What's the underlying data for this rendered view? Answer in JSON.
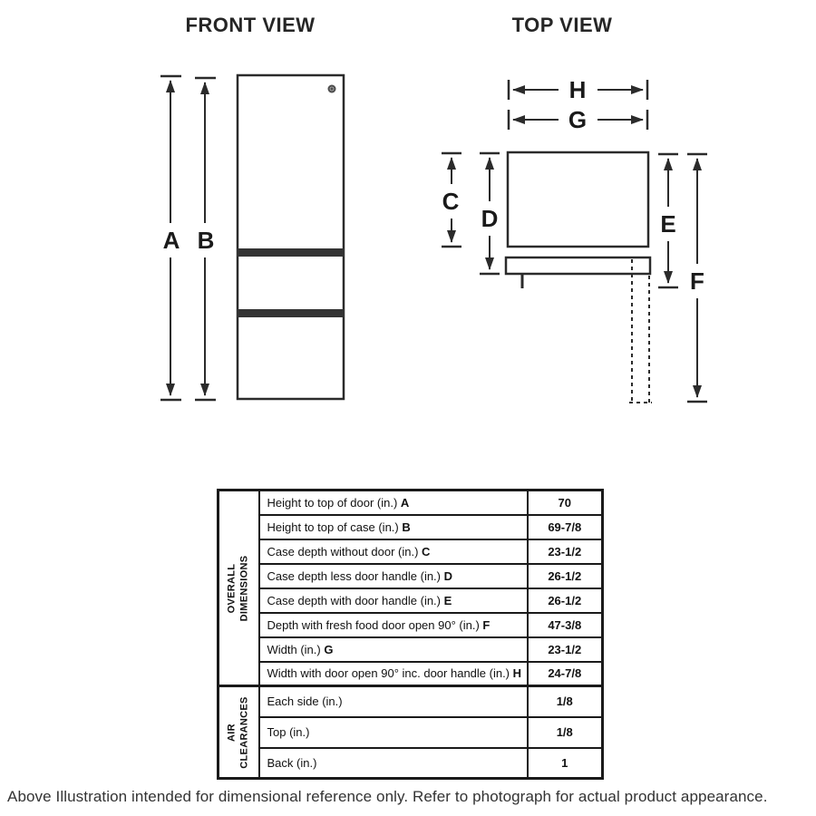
{
  "front_view": {
    "title": "FRONT VIEW",
    "dims": {
      "a": "A",
      "b": "B"
    }
  },
  "top_view": {
    "title": "TOP VIEW",
    "dims": {
      "c": "C",
      "d": "D",
      "e": "E",
      "f": "F",
      "g": "G",
      "h": "H"
    }
  },
  "table": {
    "sections": [
      {
        "header_line1": "OVERALL",
        "header_line2": "DIMENSIONS",
        "rows": [
          {
            "label": "Height to top of door (in.) ",
            "letter": "A",
            "value": "70"
          },
          {
            "label": "Height to top of case (in.) ",
            "letter": "B",
            "value": "69-7/8"
          },
          {
            "label": "Case depth without door (in.) ",
            "letter": "C",
            "value": "23-1/2"
          },
          {
            "label": "Case depth less door handle (in.) ",
            "letter": "D",
            "value": "26-1/2"
          },
          {
            "label": "Case depth with door handle (in.) ",
            "letter": "E",
            "value": "26-1/2"
          },
          {
            "label": "Depth with fresh food door open 90° (in.) ",
            "letter": "F",
            "value": "47-3/8"
          },
          {
            "label": "Width (in.) ",
            "letter": "G",
            "value": "23-1/2"
          },
          {
            "label": "Width with door open 90° inc. door handle (in.) ",
            "letter": "H",
            "value": "24-7/8"
          }
        ]
      },
      {
        "header_line1": "AIR",
        "header_line2": "CLEARANCES",
        "rows": [
          {
            "label": "Each side (in.)",
            "letter": "",
            "value": "1/8"
          },
          {
            "label": "Top (in.)",
            "letter": "",
            "value": "1/8"
          },
          {
            "label": "Back (in.)",
            "letter": "",
            "value": "1"
          }
        ]
      }
    ]
  },
  "caption": "Above Illustration intended for dimensional reference only. Refer to photograph for actual product appearance.",
  "colors": {
    "line": "#2b2b2b",
    "band": "#333333",
    "text": "#1a1a1a"
  }
}
